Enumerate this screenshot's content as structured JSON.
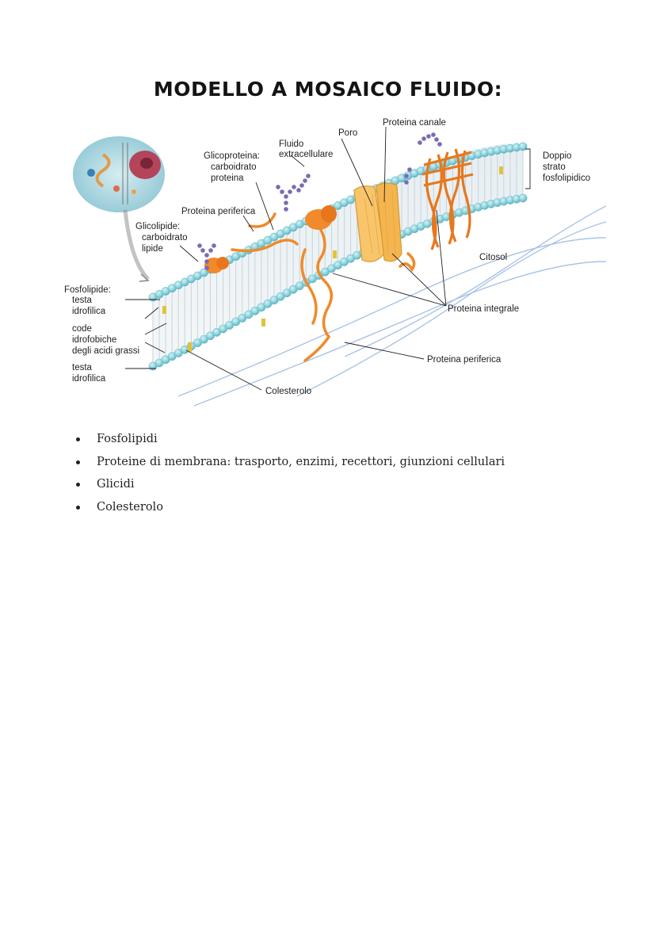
{
  "title": "MODELLO A MOSAICO FLUIDO:",
  "figure": {
    "labels": {
      "proteina_canale": "Proteina canale",
      "poro": "Poro",
      "fluido_1": "Fluido",
      "fluido_2": "extracellulare",
      "glicoproteina_1": "Glicoproteina:",
      "glicoproteina_2": "carboidrato",
      "glicoproteina_3": "proteina",
      "doppio_1": "Doppio",
      "doppio_2": "strato",
      "doppio_3": "fosfolipidico",
      "proteina_periferica_top": "Proteina periferica",
      "glicolipide_1": "Glicolipide:",
      "glicolipide_2": "carboidrato",
      "glicolipide_3": "lipide",
      "citosol": "Citosol",
      "fosfolipide_1": "Fosfolipide:",
      "testa_top_1": "testa",
      "testa_top_2": "idrofilica",
      "code_1": "code",
      "code_2": "idrofobiche",
      "code_3": "degli acidi grassi",
      "testa_bottom_1": "testa",
      "testa_bottom_2": "idrofilica",
      "proteina_integrale": "Proteina integrale",
      "proteina_periferica_bottom": "Proteina periferica",
      "colesterolo": "Colesterolo"
    },
    "colors": {
      "phospholipid_head": "#8fd3dc",
      "head_shadow": "#5bb3c2",
      "tails": "#c9d3d9",
      "protein": "#f08a2a",
      "channel_protein": "#f9c56b",
      "carbohydrate": "#7b6bb3",
      "cholesterol": "#e2c23a",
      "cytoskeleton": "#a9c4e6"
    }
  },
  "bullets": [
    "Fosfolipidi",
    "Proteine di membrana: trasporto, enzimi, recettori, giunzioni cellulari",
    "Glicidi",
    "Colesterolo"
  ]
}
